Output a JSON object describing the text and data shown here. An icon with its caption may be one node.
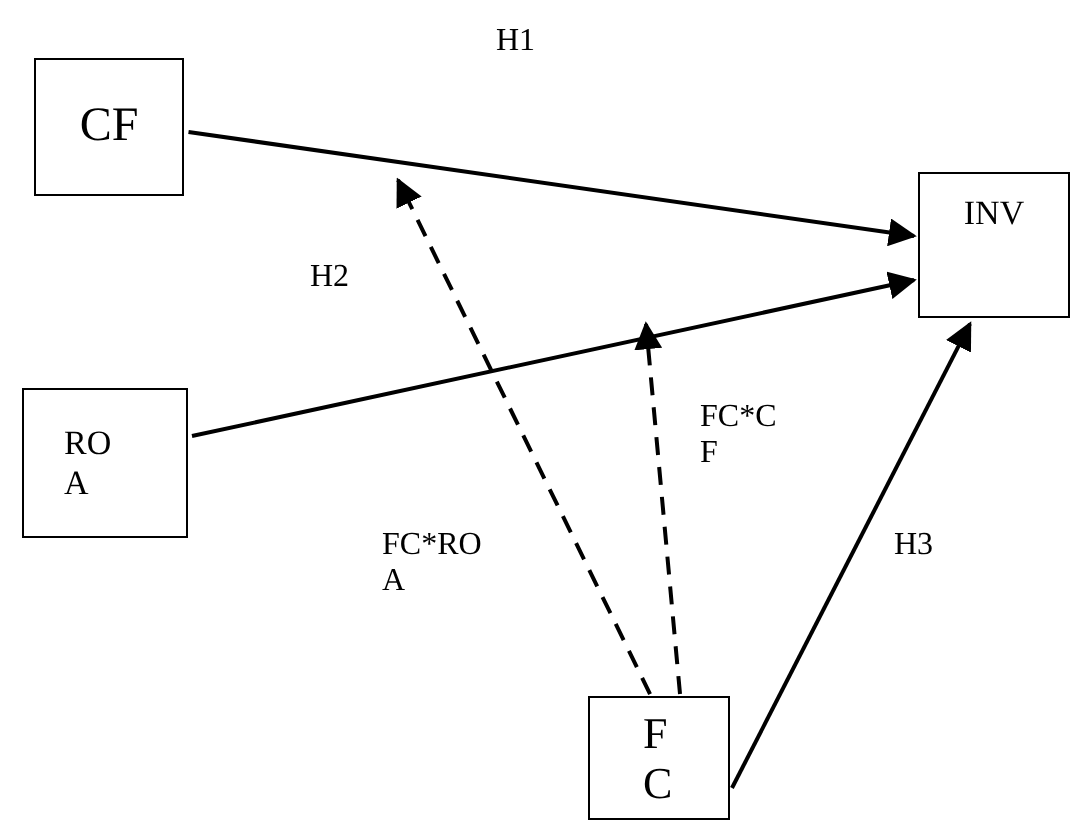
{
  "diagram": {
    "nodes": [
      {
        "text": [
          "CF"
        ]
      },
      {
        "text": [
          "INV"
        ]
      },
      {
        "text": [
          "ROA"
        ]
      },
      {
        "text": [
          "FC"
        ]
      }
    ],
    "edges": [
      {
        "from": 0,
        "to": 1,
        "arrow": "to",
        "label": "H1"
      },
      {
        "from": 2,
        "to": 1,
        "arrow": "to",
        "label": "H2"
      },
      {
        "from": 3,
        "to": 1,
        "arrow": "to",
        "label": "H3"
      },
      {
        "from": 3,
        "to": null,
        "arrow": "to",
        "style": "dashed",
        "label": "FC*ROA"
      },
      {
        "from": 3,
        "to": null,
        "arrow": "to",
        "style": "dashed",
        "label": "FC*CF"
      }
    ]
  }
}
